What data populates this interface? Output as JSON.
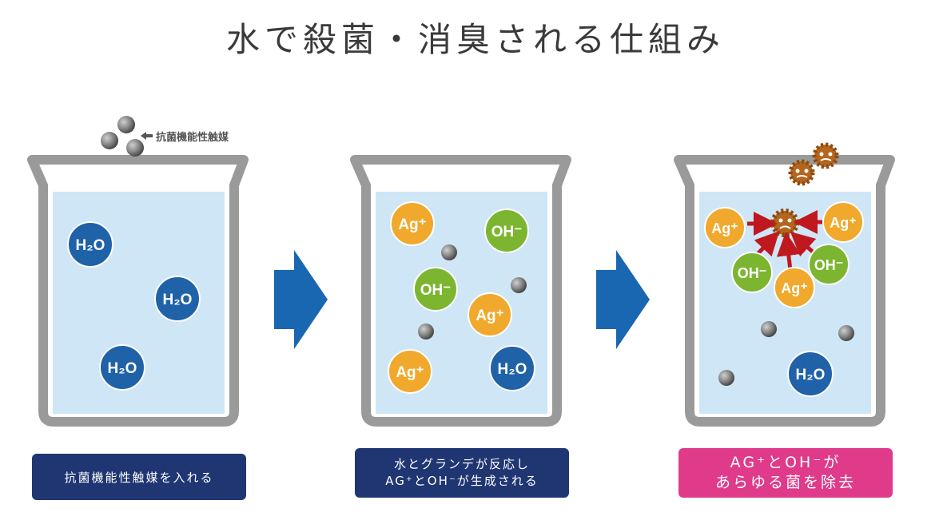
{
  "title": "水で殺菌・消臭される仕組み",
  "catalyst_label": "抗菌機能性触媒",
  "ions": {
    "h2o": "H₂O",
    "ag": "Ag⁺",
    "oh": "OH⁻"
  },
  "steps": [
    {
      "lines": [
        "抗菌機能性触媒を入れる"
      ]
    },
    {
      "lines": [
        "水とグランデが反応し",
        "AG⁺とOH⁻が生成される"
      ]
    },
    {
      "lines": [
        "AG⁺とOH⁻が",
        "あらゆる菌を除去"
      ]
    }
  ],
  "colors": {
    "water": "#cfe6f6",
    "beaker": "#9a9a9a",
    "h2o": "#1f62a8",
    "ag": "#f0a92c",
    "oh": "#7cb530",
    "arrow_big": "#1a67b1",
    "arrow_red": "#c0181f",
    "germ": "#b5651d",
    "caption_blue": "#1f3672",
    "caption_pink": "#e03a8a"
  }
}
